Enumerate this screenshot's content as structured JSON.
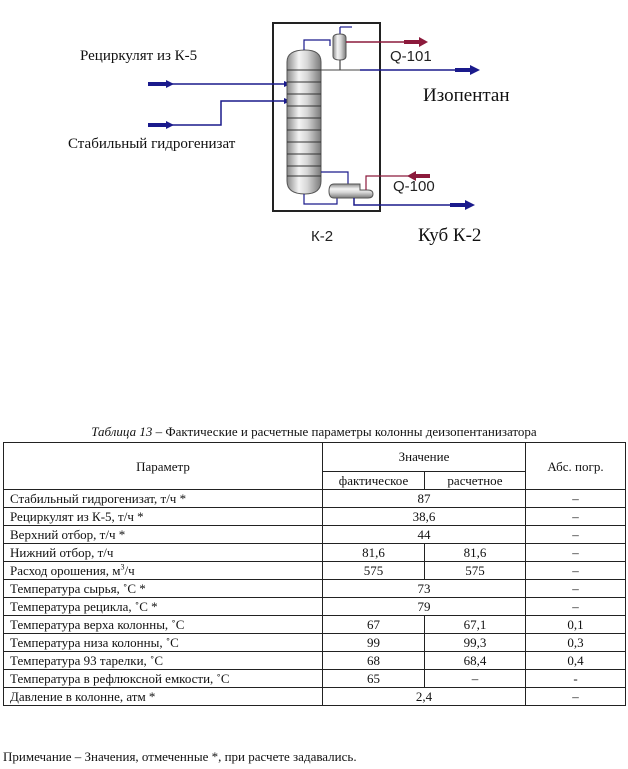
{
  "diagram": {
    "feed_recycle_label": "Рециркулят из К-5",
    "feed_hydrogenate_label": "Стабильный гидрогенизат",
    "q101_label": "Q-101",
    "top_product_label": "Изопентан",
    "q100_label": "Q-100",
    "bottom_product_label": "Куб К-2",
    "column_label": "К-2",
    "colors": {
      "material_stream": "#1a1a8c",
      "energy_stream": "#8c1a3c",
      "frame": "#222222"
    }
  },
  "table": {
    "caption_prefix": "Таблица 13",
    "caption_text": " – Фактические и расчетные параметры колонны деизопентанизатора",
    "headers": {
      "parameter": "Параметр",
      "value": "Значение",
      "actual": "фактическое",
      "calculated": "расчетное",
      "abs_error": "Абс. погр."
    },
    "rows": [
      {
        "parameter": "Стабильный гидрогенизат, т/ч *",
        "merged": "87",
        "abs_error": "–"
      },
      {
        "parameter": "Рециркулят из К-5, т/ч *",
        "merged": "38,6",
        "abs_error": "–"
      },
      {
        "parameter": "Верхний отбор, т/ч *",
        "merged": "44",
        "abs_error": "–"
      },
      {
        "parameter": "Нижний отбор, т/ч",
        "actual": "81,6",
        "calculated": "81,6",
        "abs_error": "–"
      },
      {
        "parameter_main": "Расход орошения, м",
        "parameter_sup": "3",
        "parameter_tail": "/ч",
        "actual": "575",
        "calculated": "575",
        "abs_error": "–"
      },
      {
        "parameter": "Температура сырья, ˚С *",
        "merged": "73",
        "abs_error": "–"
      },
      {
        "parameter": "Температура рецикла, ˚С *",
        "merged": "79",
        "abs_error": "–"
      },
      {
        "parameter": "Температура верха колонны, ˚С",
        "actual": "67",
        "calculated": "67,1",
        "abs_error": "0,1"
      },
      {
        "parameter": "Температура низа колонны, ˚С",
        "actual": "99",
        "calculated": "99,3",
        "abs_error": "0,3"
      },
      {
        "parameter": "Температура 93 тарелки, ˚С",
        "actual": "68",
        "calculated": "68,4",
        "abs_error": "0,4"
      },
      {
        "parameter": "Температура в рефлюксной емкости, ˚С",
        "actual": "65",
        "calculated": "–",
        "abs_error": "-"
      },
      {
        "parameter": "Давление в колонне, атм *",
        "merged": "2,4",
        "abs_error": "–"
      }
    ],
    "note": "Примечание – Значения, отмеченные  *, при расчете задавались."
  }
}
